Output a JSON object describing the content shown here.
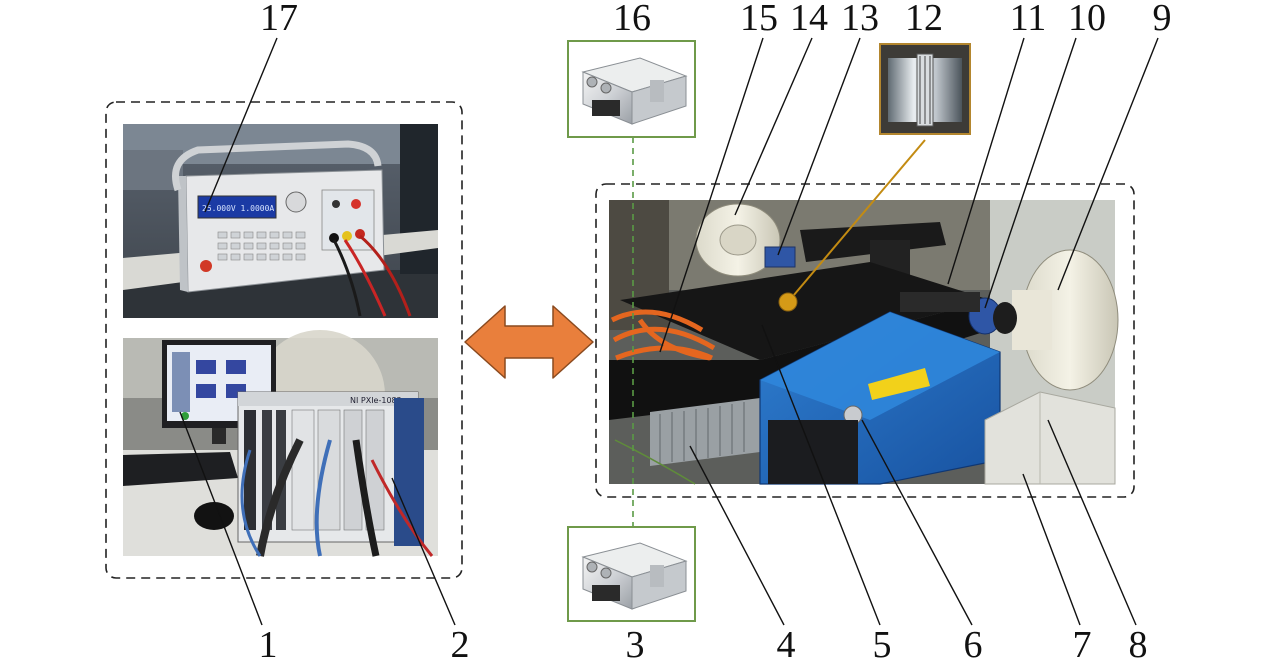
{
  "labels": {
    "n1": "1",
    "n2": "2",
    "n3": "3",
    "n4": "4",
    "n5": "5",
    "n6": "6",
    "n7": "7",
    "n8": "8",
    "n9": "9",
    "n10": "10",
    "n11": "11",
    "n12": "12",
    "n13": "13",
    "n14": "14",
    "n15": "15",
    "n16": "16",
    "n17": "17"
  },
  "screens": {
    "power_supply_display": "25.000V  1.0000A",
    "pxi_chassis_text": "NI PXIe-1082"
  },
  "colors": {
    "arrow_fill": "#E97F3C",
    "arrow_stroke": "#8a4a1f",
    "thumb_border_green": "#6f9a4a",
    "thumb_border_gold": "#b3862e",
    "guide_line_green": "#5a9b45",
    "connector_gold": "#c38b12",
    "dashed_border": "#222222"
  },
  "icons": {
    "bidirectional_arrow": "double-arrow-icon",
    "controller_thumbnail": "motor-controller-icon",
    "coupling_thumbnail": "coupling-icon"
  }
}
